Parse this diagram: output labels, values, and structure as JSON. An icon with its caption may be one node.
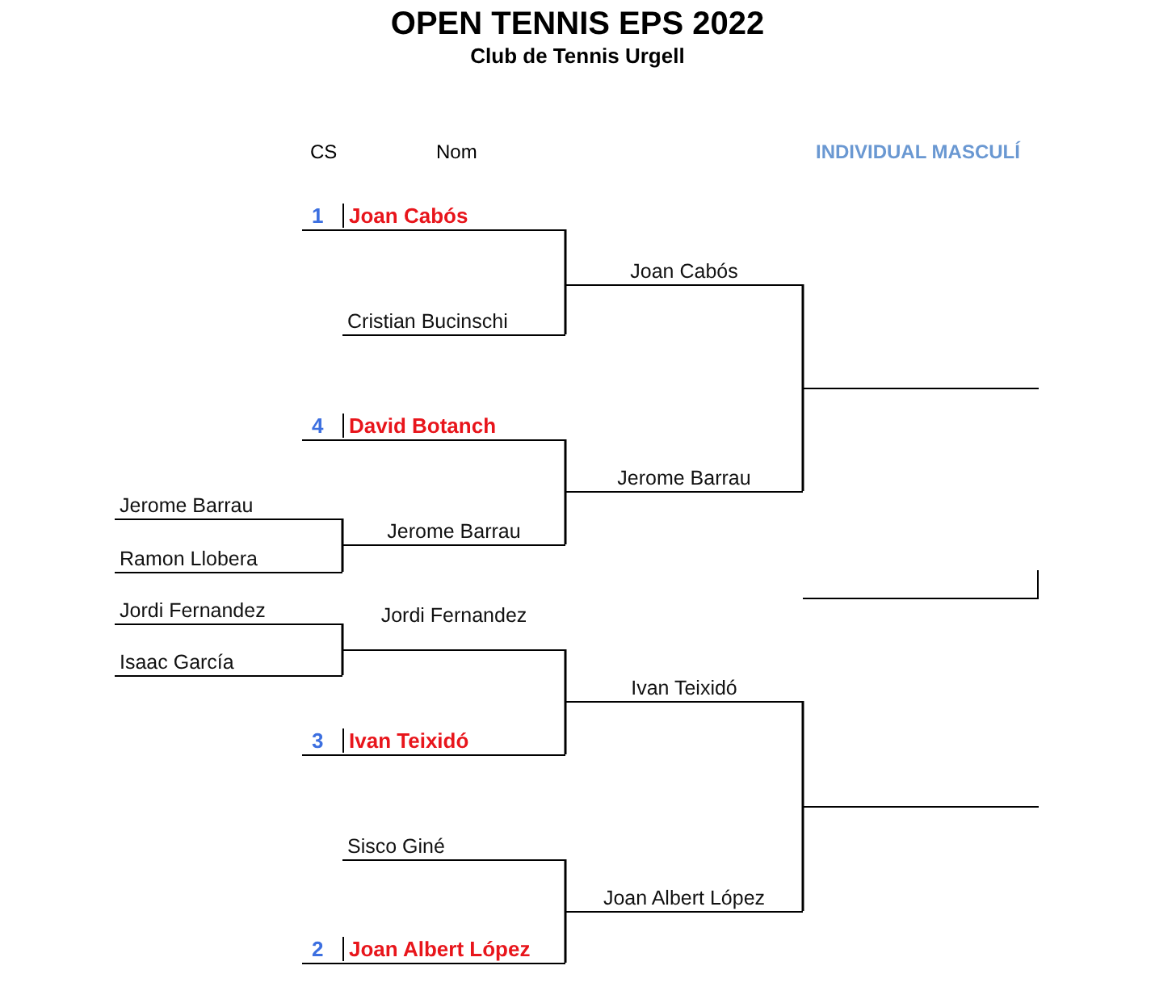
{
  "diagram": {
    "title": "OPEN TENNIS EPS 2022",
    "nodes": [
      {
        "text": [
          "1",
          "Joan Cabós"
        ]
      },
      {
        "text": [
          "Joan Cabós"
        ]
      },
      {
        "text": [
          "Cristian Bucinschi"
        ]
      },
      {
        "text": [],
        "shape": "bar"
      },
      {
        "text": [
          "4",
          "David Botanch"
        ]
      },
      {
        "text": [
          "Jerome Barrau"
        ]
      },
      {
        "text": [
          "Jerome Barrau"
        ]
      },
      {
        "text": [
          "Jerome Barrau"
        ]
      },
      {
        "text": [
          "Ramon Llobera"
        ]
      },
      {
        "text": [],
        "shape": "bar"
      },
      {
        "text": [
          "Jordi Fernandez"
        ]
      },
      {
        "text": [
          "Jordi Fernandez"
        ]
      },
      {
        "text": [
          "Isaac García"
        ]
      },
      {
        "text": [
          "Ivan Teixidó"
        ]
      },
      {
        "text": [
          "3",
          "Ivan Teixidó"
        ]
      },
      {
        "text": [],
        "shape": "bar"
      },
      {
        "text": [
          "Sisco Giné"
        ]
      },
      {
        "text": [
          "Joan Albert López"
        ]
      },
      {
        "text": [
          "2",
          "Joan Albert López"
        ]
      }
    ],
    "edges": [
      {
        "from": 0,
        "to": 1,
        "arrow": "none"
      },
      {
        "from": 2,
        "to": 1,
        "arrow": "none"
      },
      {
        "from": 4,
        "to": 5,
        "arrow": "none"
      },
      {
        "from": 7,
        "to": 5,
        "arrow": "none"
      },
      {
        "from": 6,
        "to": 7,
        "arrow": "none"
      },
      {
        "from": 8,
        "to": 7,
        "arrow": "none"
      },
      {
        "from": 10,
        "to": 11,
        "arrow": "none"
      },
      {
        "from": 12,
        "to": 11,
        "arrow": "none"
      },
      {
        "from": 11,
        "to": 13,
        "arrow": "none"
      },
      {
        "from": 14,
        "to": 13,
        "arrow": "none"
      },
      {
        "from": 16,
        "to": 17,
        "arrow": "none"
      },
      {
        "from": 18,
        "to": 17,
        "arrow": "none"
      },
      {
        "from": 1,
        "to": 3,
        "arrow": "none"
      },
      {
        "from": 5,
        "to": 3,
        "arrow": "none"
      },
      {
        "from": 13,
        "to": 15,
        "arrow": "none"
      },
      {
        "from": 17,
        "to": 15,
        "arrow": "none"
      }
    ],
    "labels": [
      "Club de Tennis Urgell",
      "CS",
      "Nom",
      "INDIVIDUAL MASCULÍ"
    ]
  }
}
